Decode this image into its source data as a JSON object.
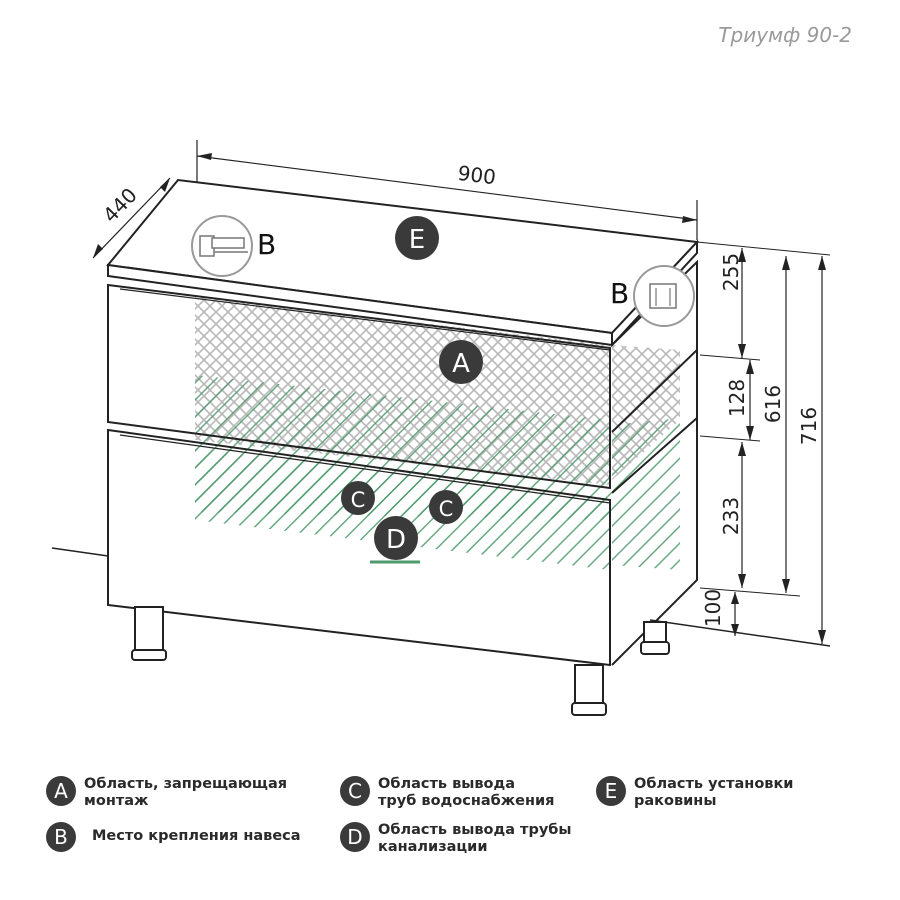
{
  "title": "Триумф 90-2",
  "dimensions": {
    "width": "900",
    "depth": "440",
    "top_gap": "255",
    "upper_zone": "128",
    "lower_zone": "233",
    "legs": "100",
    "body_height": "616",
    "total_height": "716"
  },
  "markers": {
    "e": "E",
    "a": "A",
    "c1": "C",
    "c2": "C",
    "d": "D",
    "b_left": "B",
    "b_right": "B"
  },
  "colors": {
    "line": "#222222",
    "badge": "#3a3a3a",
    "forbidden_hatch": "#b8b8b8",
    "pipe_hatch": "#4f9a6e"
  },
  "legend": [
    {
      "letter": "A",
      "line1": "Область, запрещающая",
      "line2": "монтаж"
    },
    {
      "letter": "B",
      "line1": "Место крепления навеса",
      "line2": ""
    },
    {
      "letter": "C",
      "line1": "Область вывода",
      "line2": "труб водоснабжения"
    },
    {
      "letter": "D",
      "line1": "Область вывода трубы",
      "line2": "канализации"
    },
    {
      "letter": "E",
      "line1": "Область установки",
      "line2": "раковины"
    }
  ]
}
